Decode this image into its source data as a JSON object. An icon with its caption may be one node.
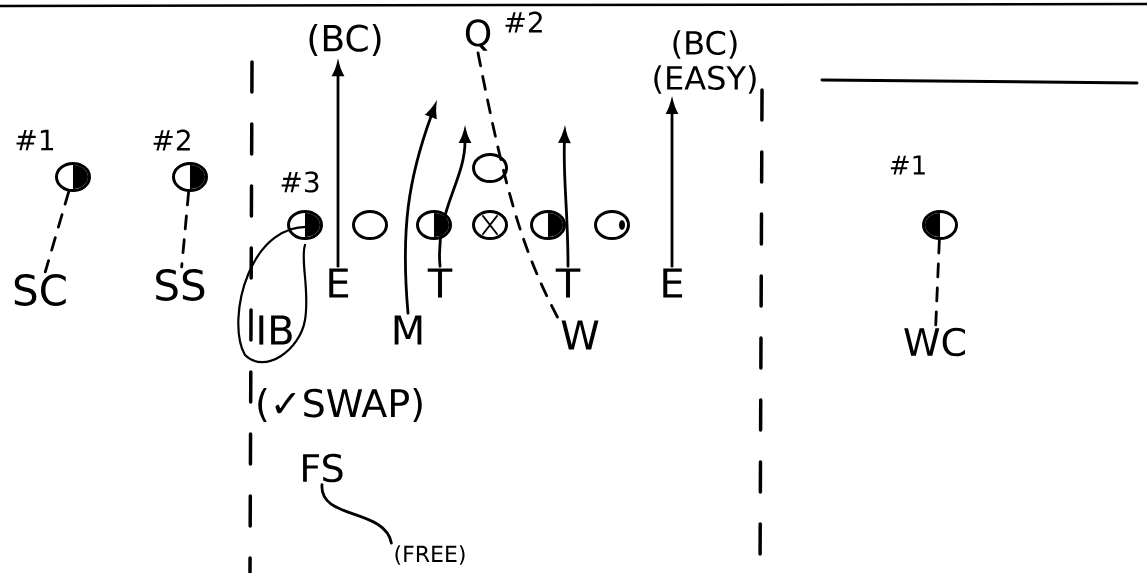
{
  "diagram": {
    "nodes": [
      {
        "text": [
          "(BC)"
        ]
      },
      {
        "text": [
          "Q"
        ],
        "beside": [
          "#2"
        ]
      },
      {
        "text": [
          "(BC)",
          "(EASY)"
        ]
      },
      {
        "text": [],
        "shape": "circle"
      },
      {
        "text": [],
        "shape": "circle"
      },
      {
        "text": [],
        "shape": "circle"
      },
      {
        "text": [],
        "shape": "circle"
      },
      {
        "text": [],
        "shape": "circle"
      },
      {
        "text": [],
        "shape": "circle"
      },
      {
        "text": [],
        "shape": "circle"
      },
      {
        "text": [],
        "shape": "circle"
      },
      {
        "text": [],
        "shape": "circle"
      },
      {
        "text": [],
        "shape": "circle"
      },
      {
        "text": [
          "SC"
        ]
      },
      {
        "text": [
          "SS"
        ]
      },
      {
        "text": [
          "E"
        ]
      },
      {
        "text": [
          "T"
        ]
      },
      {
        "text": [
          "T"
        ]
      },
      {
        "text": [
          "E"
        ]
      },
      {
        "text": [
          "IB"
        ]
      },
      {
        "text": [
          "M"
        ]
      },
      {
        "text": [
          "W"
        ]
      },
      {
        "text": [
          "WC"
        ]
      },
      {
        "text": [
          "(✓SWAP)"
        ]
      },
      {
        "text": [
          "FS"
        ]
      },
      {
        "text": [
          "(FREE)"
        ]
      }
    ],
    "edges": [
      {
        "from": 3,
        "to": 13,
        "arrow": "none",
        "style": "dashed"
      },
      {
        "from": 4,
        "to": 14,
        "arrow": "none",
        "style": "dashed"
      },
      {
        "from": 12,
        "to": 22,
        "arrow": "none",
        "style": "dashed"
      },
      {
        "from": 1,
        "to": 21,
        "arrow": "none",
        "style": "dashed"
      },
      {
        "from": 15,
        "to": 0,
        "arrow": "to"
      },
      {
        "from": 20,
        "to": null,
        "arrow": "to"
      },
      {
        "from": 16,
        "to": null,
        "arrow": "to"
      },
      {
        "from": 17,
        "to": null,
        "arrow": "to"
      },
      {
        "from": 18,
        "to": 2,
        "arrow": "to"
      },
      {
        "from": 24,
        "to": 25,
        "arrow": "none"
      }
    ],
    "labels": [
      "#1",
      "#2",
      "#3",
      "#1"
    ]
  }
}
